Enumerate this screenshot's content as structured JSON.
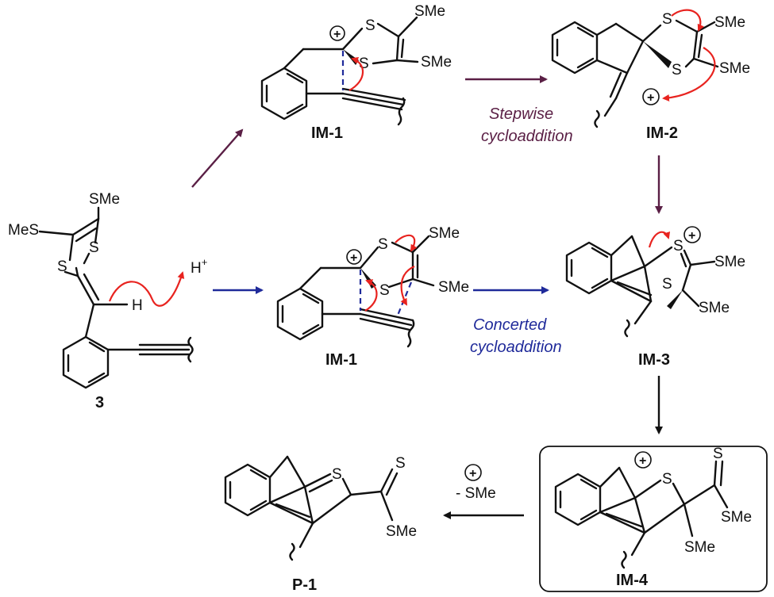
{
  "compounds": {
    "start": "3",
    "im1_top": "IM-1",
    "im2": "IM-2",
    "im1_mid": "IM-1",
    "im3": "IM-3",
    "im4": "IM-4",
    "p1": "P-1"
  },
  "atoms": {
    "S": "S",
    "SMe": "SMe",
    "MeS": "MeS",
    "H": "H",
    "H_plus": "H",
    "H_plus_sup": "+"
  },
  "conditions": {
    "stepwise_1": "Stepwise",
    "stepwise_2": "cycloaddition",
    "concerted_1": "Concerted",
    "concerted_2": "cycloaddition",
    "elim_charge": "+",
    "elim_group": "- SMe"
  },
  "colors": {
    "arrow_purple": "#5a1f45",
    "arrow_blue": "#1f2a9a",
    "curly_red": "#e8231f",
    "text_purple": "#5a1f45",
    "text_blue": "#1f2a9a"
  }
}
